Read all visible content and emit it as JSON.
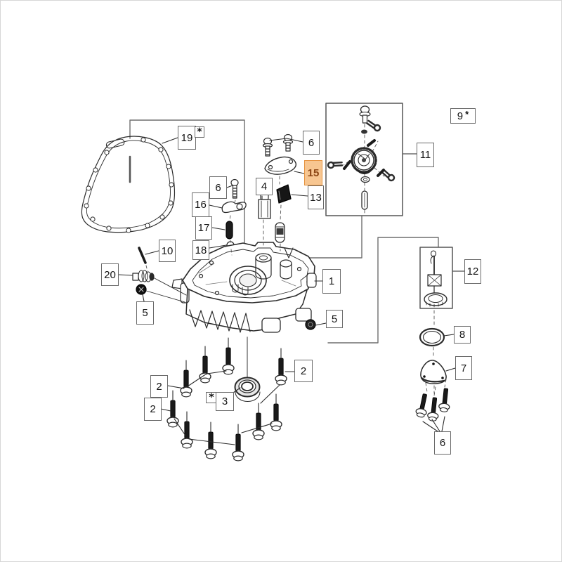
{
  "diagram": {
    "highlighted_callout": "15",
    "highlight_fill": "#f7c691",
    "highlight_border": "#e5923e",
    "highlight_text": "#8b4513",
    "line_color": "#2b2b2b",
    "box_border_color": "#6a6a6a",
    "background": "#ffffff"
  },
  "callouts": {
    "c19": {
      "label": "19"
    },
    "c19_star": {
      "label": "*"
    },
    "c6_top": {
      "label": "6"
    },
    "c15": {
      "label": "15"
    },
    "c13": {
      "label": "13"
    },
    "c4": {
      "label": "4"
    },
    "c6_left": {
      "label": "6"
    },
    "c16": {
      "label": "16"
    },
    "c17": {
      "label": "17"
    },
    "c18": {
      "label": "18"
    },
    "c10": {
      "label": "10"
    },
    "c20": {
      "label": "20"
    },
    "c5_left": {
      "label": "5"
    },
    "c1": {
      "label": "1"
    },
    "c5_right": {
      "label": "5"
    },
    "c11": {
      "label": "11"
    },
    "c9": {
      "label": "9"
    },
    "c9_star": {
      "label": "*"
    },
    "c12": {
      "label": "12"
    },
    "c8": {
      "label": "8"
    },
    "c7": {
      "label": "7"
    },
    "c6_bottom": {
      "label": "6"
    },
    "c2_left_top": {
      "label": "2"
    },
    "c2_left_bottom": {
      "label": "2"
    },
    "c2_right": {
      "label": "2"
    },
    "c3": {
      "label": "3"
    },
    "c3_star": {
      "label": "*"
    }
  }
}
